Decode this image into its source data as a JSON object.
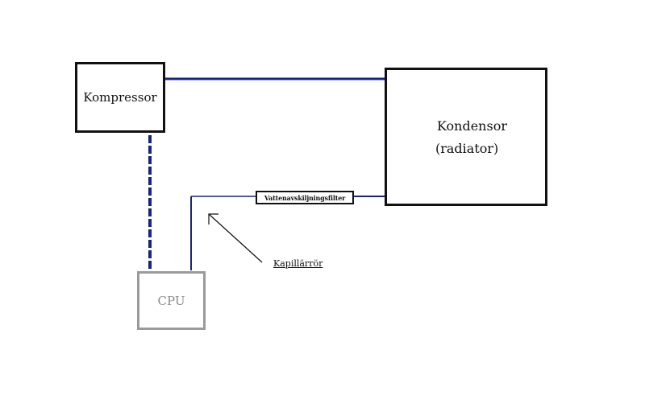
{
  "diagram": {
    "nodes": {
      "kompressor": "Kompressor",
      "kondensor_line1": "Kondensor",
      "kondensor_line2": "(radiator)",
      "cpu": "CPU",
      "filter": "Vattenavskiljningsfilter"
    },
    "annotation": "Kapillärrör",
    "colors": {
      "pipe": "#1a237e",
      "box_border": "#111111",
      "cpu_border": "#9a9a9a",
      "cpu_text": "#8a8a8a"
    }
  }
}
